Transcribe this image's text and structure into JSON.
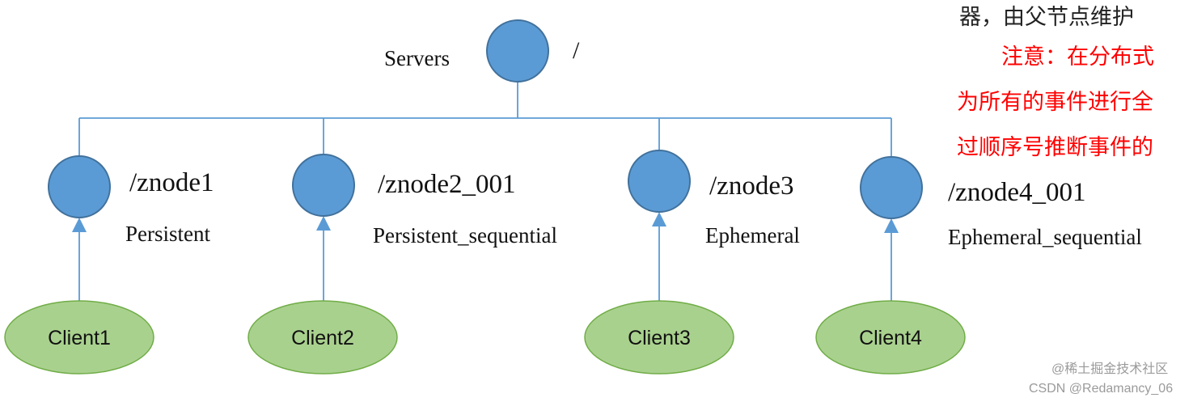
{
  "root": {
    "label": "Servers",
    "path": "/"
  },
  "nodes": [
    {
      "path": "/znode1",
      "type": "Persistent",
      "client": "Client1"
    },
    {
      "path": "/znode2_001",
      "type": "Persistent_sequential",
      "client": "Client2"
    },
    {
      "path": "/znode3",
      "type": "Ephemeral",
      "client": "Client3"
    },
    {
      "path": "/znode4_001",
      "type": "Ephemeral_sequential",
      "client": "Client4"
    }
  ],
  "side_text": {
    "line1": "器，由父节点维护",
    "line2": "注意：在分布式",
    "line3": "为所有的事件进行全",
    "line4": "过顺序号推断事件的"
  },
  "watermark": {
    "line1": "@稀土掘金技术社区",
    "line2": "CSDN @Redamancy_06"
  },
  "colors": {
    "node": "#5b9bd5",
    "node_stroke": "#41719c",
    "client": "#a9d18e",
    "client_stroke": "#70ad47",
    "line": "#5b9bd5",
    "note_red": "#ff0000"
  }
}
